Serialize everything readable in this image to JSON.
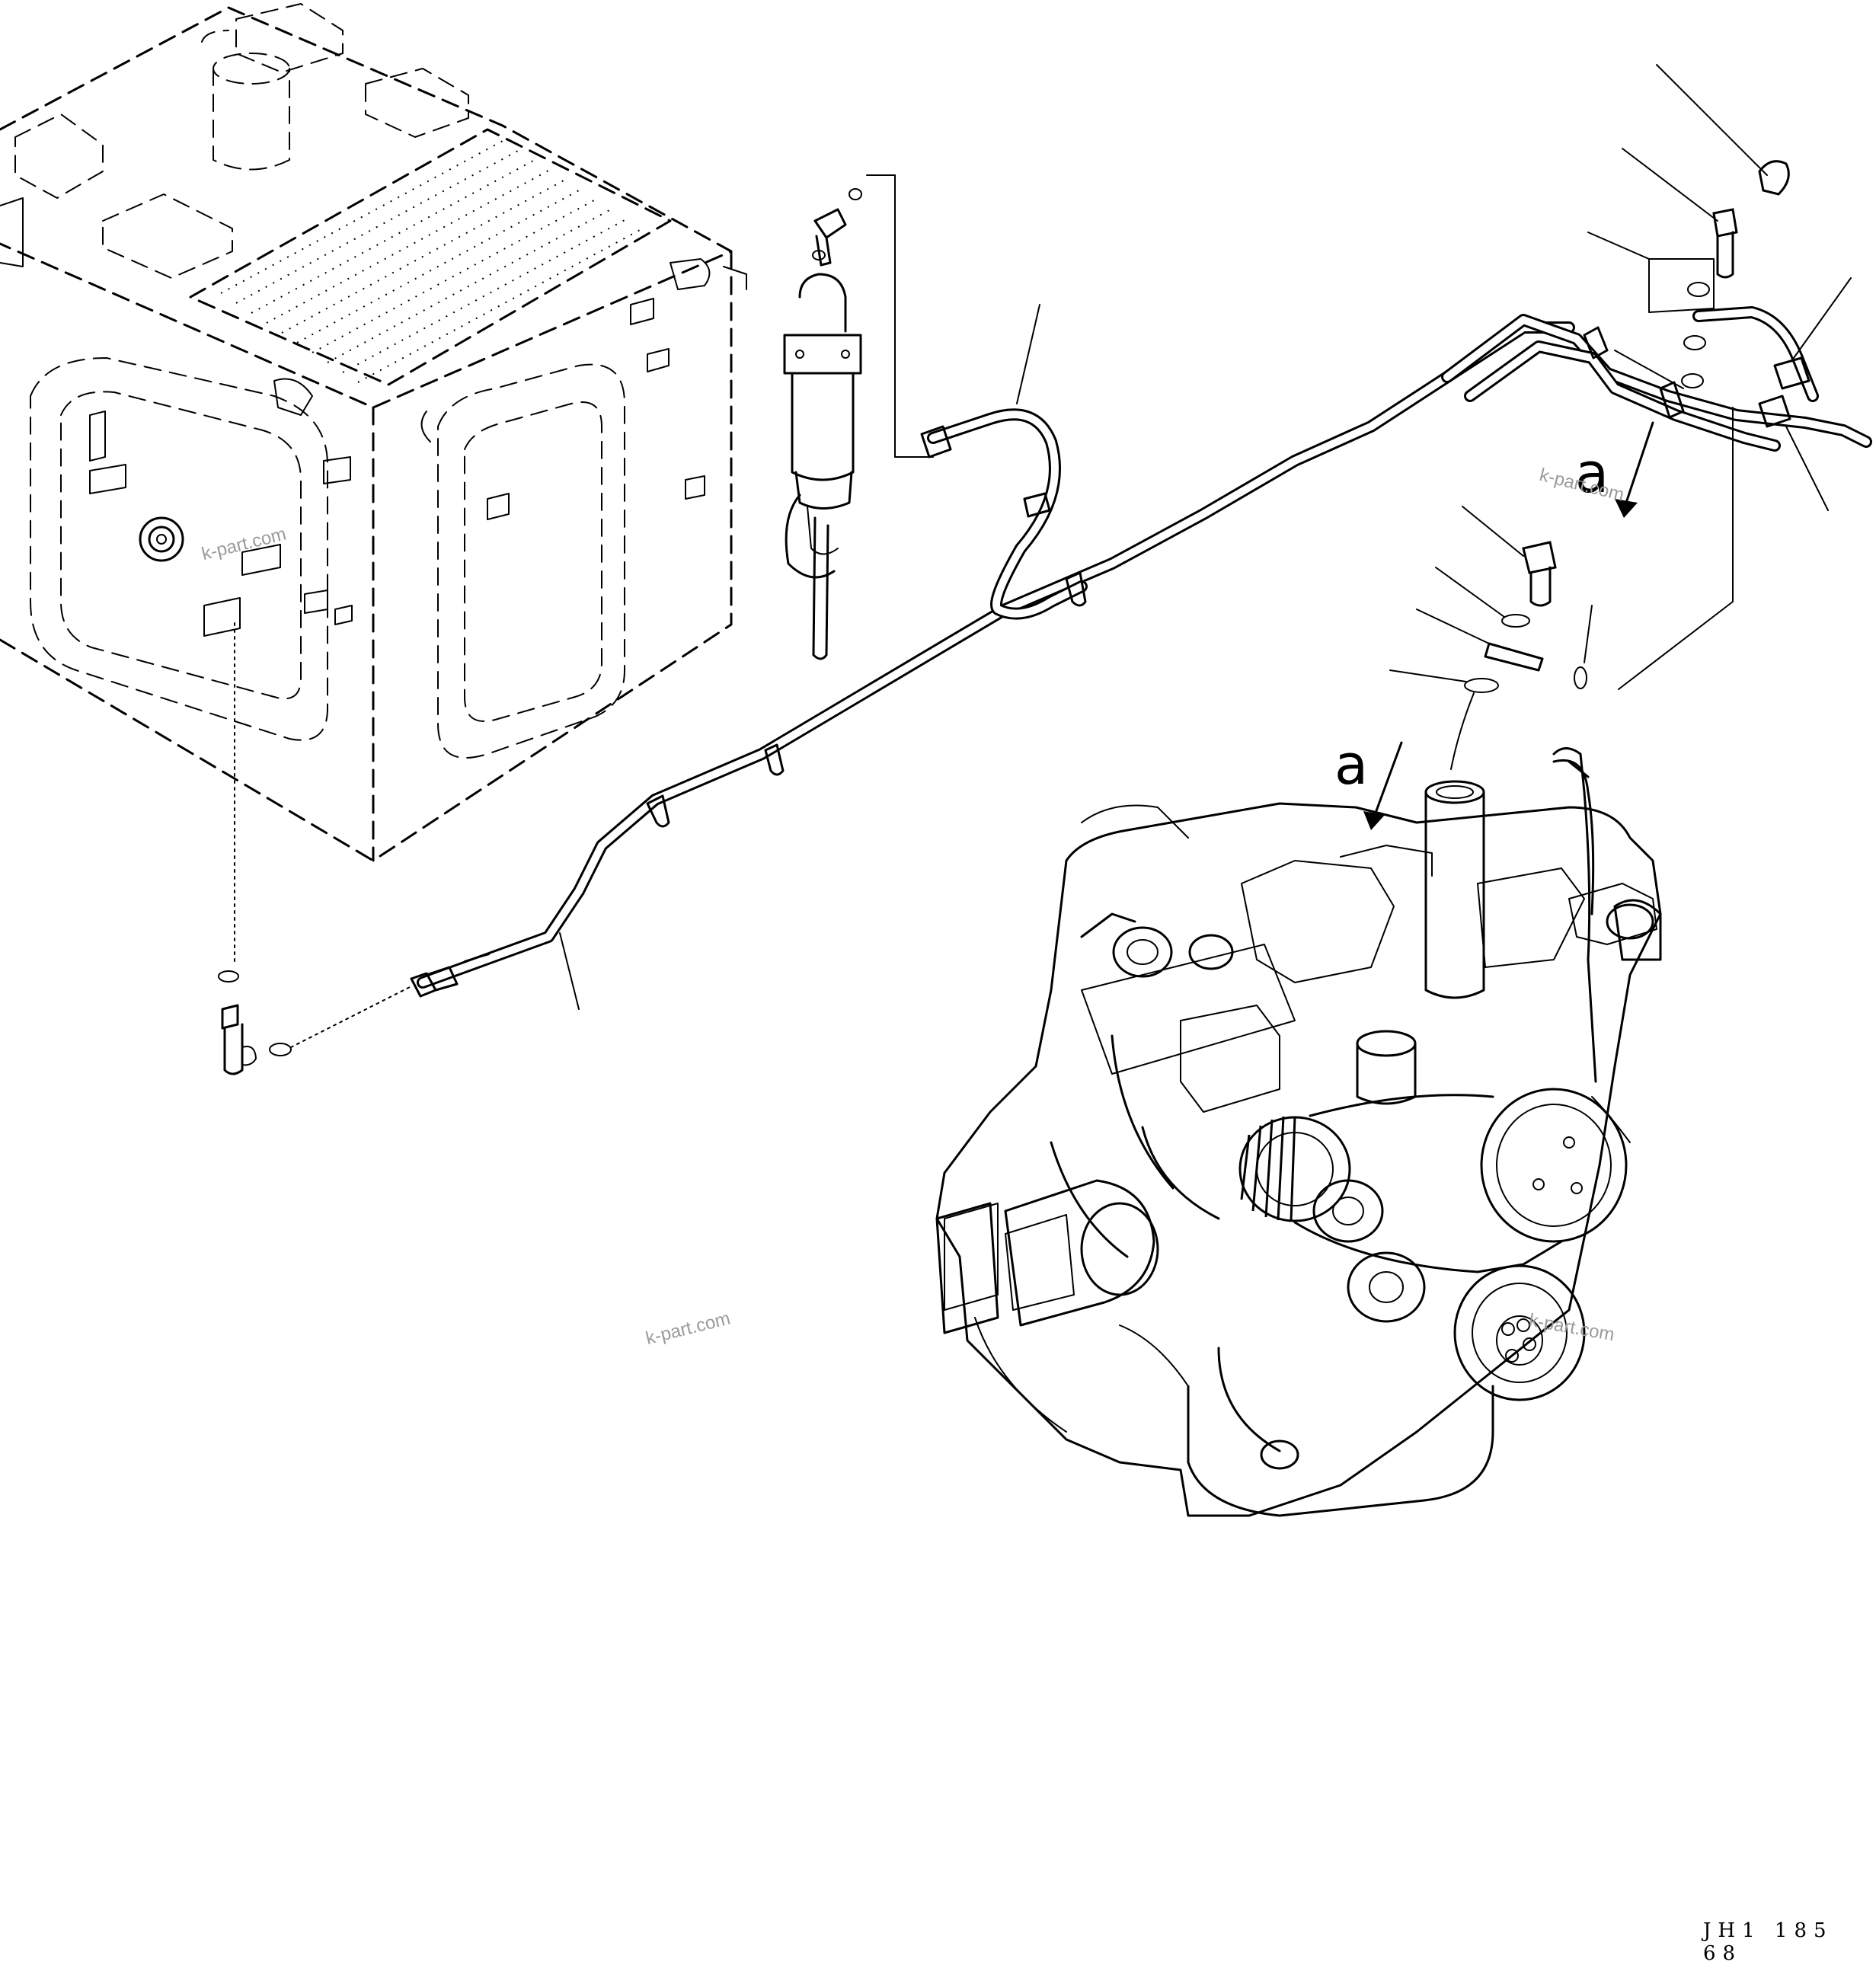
{
  "diagram": {
    "reference_letters": [
      "a",
      "a"
    ],
    "watermarks": [
      "k-part.com",
      "k-part.com",
      "k-part.com",
      "k-part.com"
    ],
    "drawing_code": "JH1 185 68"
  }
}
